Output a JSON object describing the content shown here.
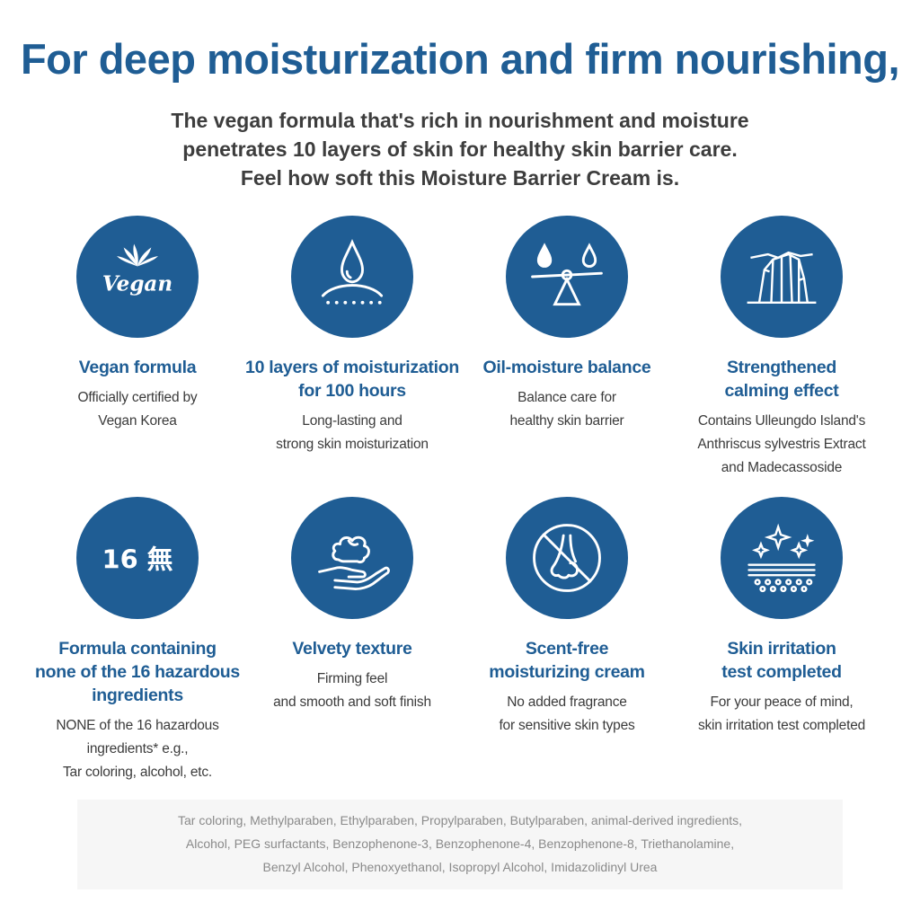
{
  "headline": "For deep moisturization and firm nourishing,",
  "intro": [
    "The vegan formula that's rich in nourishment and moisture",
    "penetrates 10 layers of skin for healthy skin barrier care.",
    "Feel how soft this Moisture Barrier Cream is."
  ],
  "colors": {
    "brand_blue": "#1f5d94",
    "text_dark": "#3b3b3b",
    "footnote_bg": "#f6f6f6"
  },
  "features": [
    {
      "icon": "vegan-leaf-icon",
      "icon_text": "Vegan",
      "title": [
        "Vegan formula"
      ],
      "desc": [
        "Officially certified by",
        "Vegan Korea"
      ]
    },
    {
      "icon": "water-drop-layers-icon",
      "title": [
        "10 layers of moisturization",
        "for 100 hours"
      ],
      "desc": [
        "Long-lasting and",
        "strong skin moisturization"
      ]
    },
    {
      "icon": "balance-scale-icon",
      "title": [
        "Oil-moisture balance"
      ],
      "desc": [
        "Balance care for",
        "healthy skin barrier"
      ]
    },
    {
      "icon": "island-cliff-icon",
      "title": [
        "Strengthened",
        "calming effect"
      ],
      "desc": [
        "Contains Ulleungdo Island's",
        "Anthriscus sylvestris Extract",
        "and Madecassoside"
      ]
    },
    {
      "icon": "sixteen-none-icon",
      "icon_text": "16 無",
      "title": [
        "Formula containing",
        "none of the 16 hazardous",
        "ingredients"
      ],
      "desc": [
        "NONE of the 16 hazardous",
        "ingredients* e.g.,",
        "Tar coloring, alcohol, etc."
      ]
    },
    {
      "icon": "cream-hand-icon",
      "title": [
        "Velvety texture"
      ],
      "desc": [
        "Firming feel",
        "and smooth and soft finish"
      ]
    },
    {
      "icon": "no-scent-nose-icon",
      "title": [
        "Scent-free",
        "moisturizing cream"
      ],
      "desc": [
        "No added fragrance",
        "for sensitive skin types"
      ]
    },
    {
      "icon": "skin-sparkle-icon",
      "title": [
        "Skin irritation",
        "test completed"
      ],
      "desc": [
        "For your peace of mind,",
        "skin irritation test completed"
      ]
    }
  ],
  "footnote": [
    "Tar coloring, Methylparaben, Ethylparaben, Propylparaben, Butylparaben, animal-derived ingredients,",
    "Alcohol, PEG surfactants, Benzophenone-3, Benzophenone-4, Benzophenone-8, Triethanolamine,",
    "Benzyl Alcohol, Phenoxyethanol, Isopropyl Alcohol, Imidazolidinyl Urea"
  ]
}
